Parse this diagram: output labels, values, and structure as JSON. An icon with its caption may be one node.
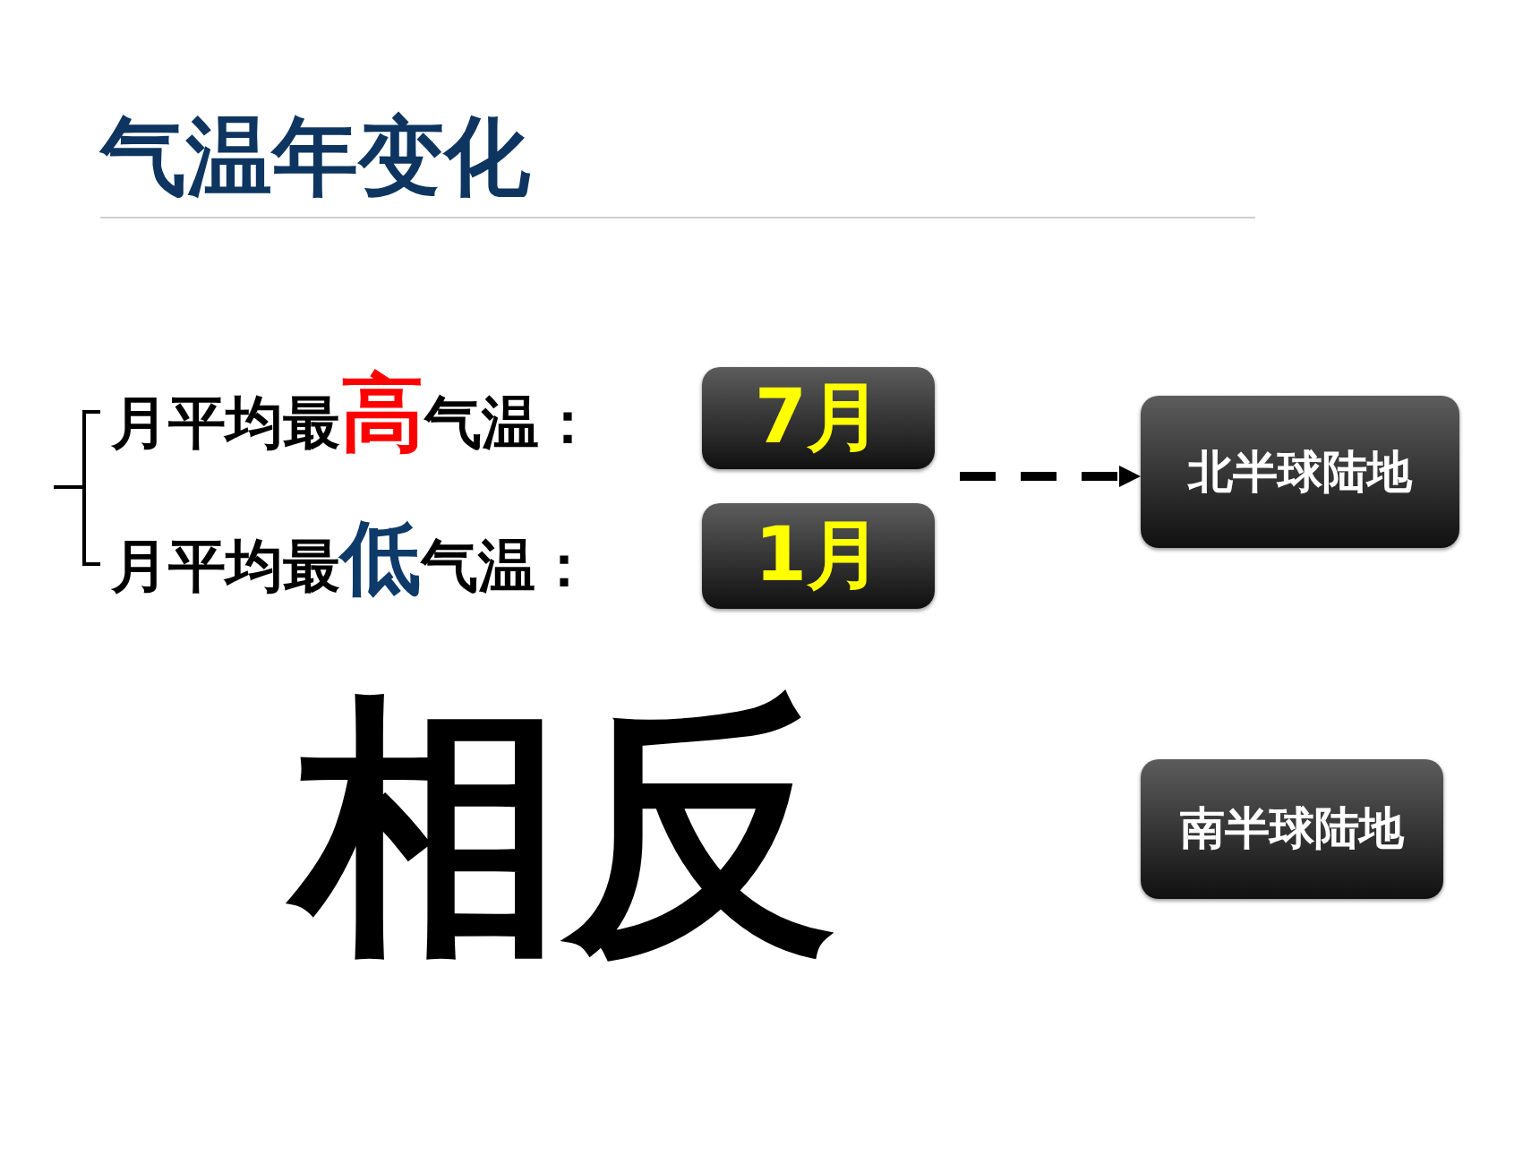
{
  "diagram": {
    "title": "气温年变化",
    "nodes": [
      {
        "text": [
          "7月"
        ]
      },
      {
        "text": [
          "1月"
        ]
      },
      {
        "text": [
          "北半球陆地"
        ]
      },
      {
        "text": [
          "南半球陆地"
        ]
      }
    ],
    "edges": [
      {
        "from": null,
        "to": 2,
        "arrow": "to",
        "style": "dashed"
      }
    ],
    "labels": [
      "月平均最**高**气温：",
      "月平均最**低**气温：",
      "相反"
    ]
  }
}
